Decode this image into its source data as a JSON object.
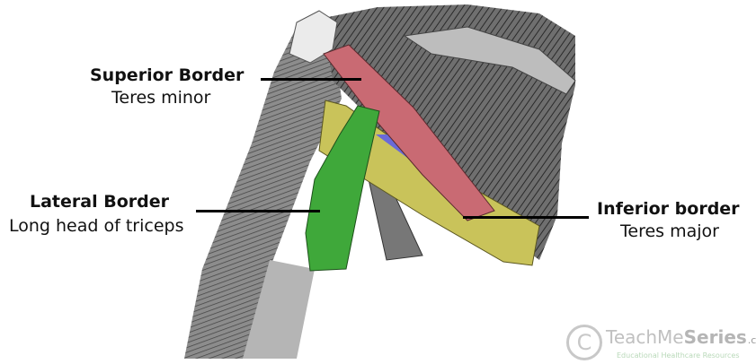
{
  "labels": {
    "superior": {
      "title": "Superior Border",
      "subtitle": "Teres minor"
    },
    "lateral": {
      "title": "Lateral Border",
      "subtitle": "Long head of triceps"
    },
    "inferior": {
      "title": "Inferior border",
      "subtitle": "Teres major"
    }
  },
  "logo": {
    "name_light": "TeachMe",
    "name_bold": "Series",
    "domain": ".com",
    "tagline": "Educational Healthcare Resources"
  },
  "colors": {
    "teres_minor": "#c96a73",
    "teres_major": "#c9c35a",
    "triceps": "#3fa83a",
    "triangle": "#6a6ad8",
    "bone": "#8a8a8a"
  }
}
